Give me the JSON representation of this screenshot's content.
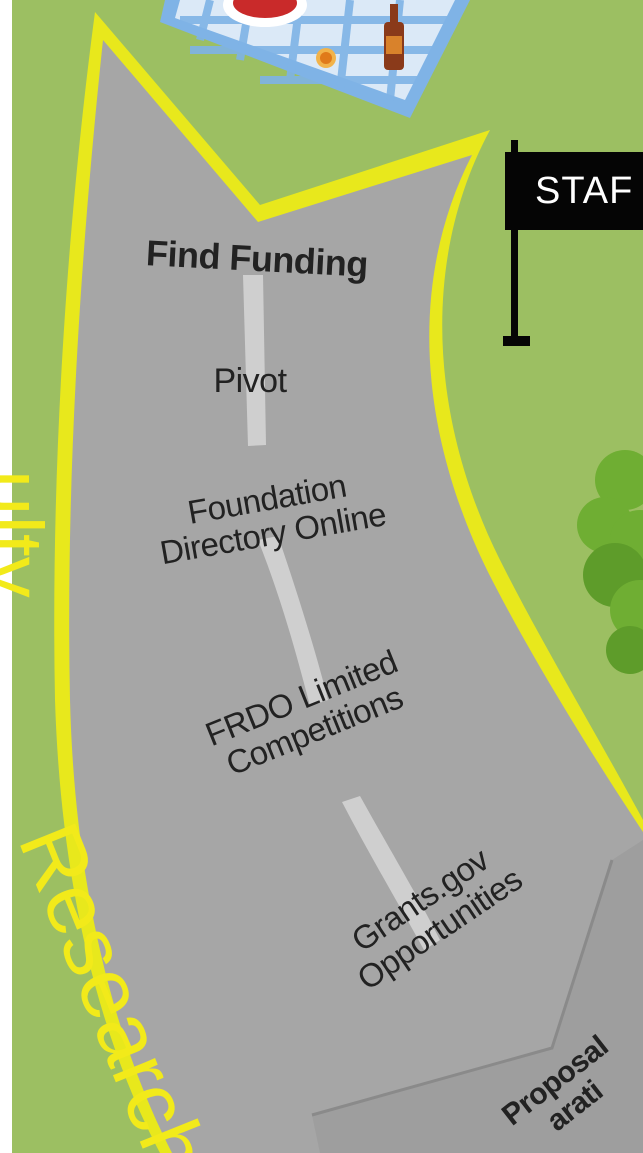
{
  "sign": {
    "label": "STAF"
  },
  "road": {
    "heading": "Find Funding",
    "items": [
      {
        "label": "Pivot"
      },
      {
        "label_line1": "Foundation",
        "label_line2": "Directory Online"
      },
      {
        "label_line1": "FRDO Limited",
        "label_line2": "Competitions"
      },
      {
        "label_line1": "Grants.gov",
        "label_line2": "Opportunities"
      }
    ],
    "next_section_line1": "Proposal",
    "next_section_line2": "arati"
  },
  "side_track": {
    "partial_text_top": "ulty",
    "partial_text_bottom": "Research"
  },
  "colors": {
    "grass": "#9cbf62",
    "grass_dark": "#86ad4c",
    "road": "#a6a6a6",
    "road_border": "#e8e81c",
    "lane": "#cfcfcf",
    "sign": "#050505",
    "tree": "#6fae33",
    "blanket": "#7fb3e6"
  }
}
